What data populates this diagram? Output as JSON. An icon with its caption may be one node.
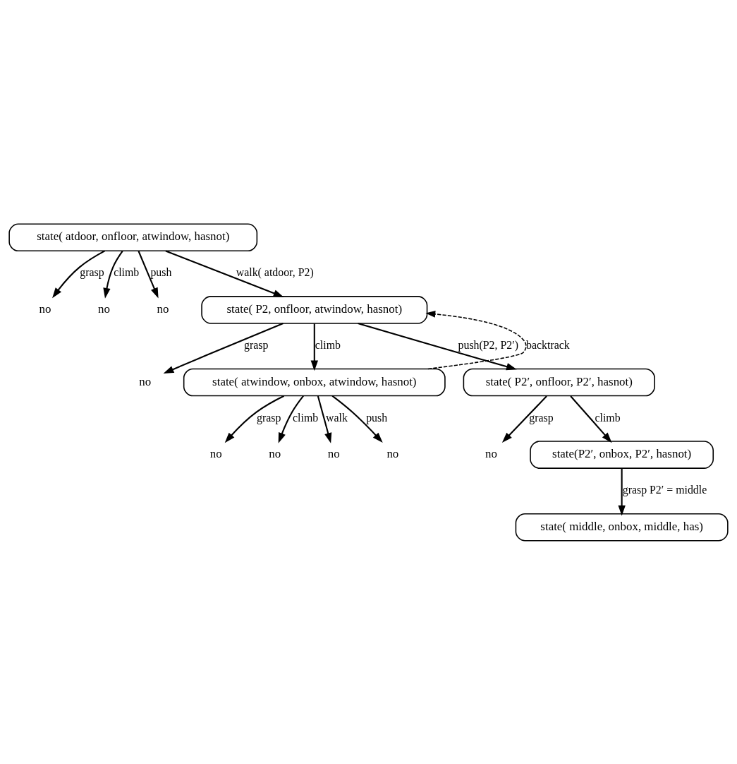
{
  "diagram": {
    "nodes": [
      {
        "text": [
          "state( atdoor, onfloor, atwindow, hasnot)"
        ]
      },
      {
        "text": [
          "no"
        ]
      },
      {
        "text": [
          "no"
        ]
      },
      {
        "text": [
          "no"
        ]
      },
      {
        "text": [
          "state( P2, onfloor, atwindow, hasnot)"
        ]
      },
      {
        "text": [
          "no"
        ]
      },
      {
        "text": [
          "state( atwindow, onbox, atwindow, hasnot)"
        ]
      },
      {
        "text": [
          "state( P2′, onfloor, P2′, hasnot)"
        ]
      },
      {
        "text": [
          "no"
        ]
      },
      {
        "text": [
          "no"
        ]
      },
      {
        "text": [
          "no"
        ]
      },
      {
        "text": [
          "no"
        ]
      },
      {
        "text": [
          "no"
        ]
      },
      {
        "text": [
          "state(P2′, onbox, P2′, hasnot)"
        ]
      },
      {
        "text": [
          "state( middle, onbox, middle, has)"
        ]
      }
    ],
    "edges": [
      {
        "from": 0,
        "to": 1,
        "arrow": "to",
        "label": "grasp"
      },
      {
        "from": 0,
        "to": 2,
        "arrow": "to",
        "label": "climb"
      },
      {
        "from": 0,
        "to": 3,
        "arrow": "to",
        "label": "push"
      },
      {
        "from": 0,
        "to": 4,
        "arrow": "to",
        "label": "walk( atdoor, P2)"
      },
      {
        "from": 4,
        "to": 5,
        "arrow": "to",
        "label": "grasp"
      },
      {
        "from": 4,
        "to": 6,
        "arrow": "to",
        "label": "climb"
      },
      {
        "from": 6,
        "to": 4,
        "arrow": "to",
        "label": "backtrack",
        "style": "dashed"
      },
      {
        "from": 4,
        "to": 7,
        "arrow": "to",
        "label": "push(P2, P2′)"
      },
      {
        "from": 6,
        "to": 8,
        "arrow": "to",
        "label": "grasp"
      },
      {
        "from": 6,
        "to": 9,
        "arrow": "to",
        "label": "climb"
      },
      {
        "from": 6,
        "to": 10,
        "arrow": "to",
        "label": "walk"
      },
      {
        "from": 6,
        "to": 11,
        "arrow": "to",
        "label": "push"
      },
      {
        "from": 7,
        "to": 12,
        "arrow": "to",
        "label": "grasp"
      },
      {
        "from": 7,
        "to": 13,
        "arrow": "to",
        "label": "climb"
      },
      {
        "from": 13,
        "to": 14,
        "arrow": "to",
        "label": "grasp P2′ = middle"
      }
    ]
  }
}
